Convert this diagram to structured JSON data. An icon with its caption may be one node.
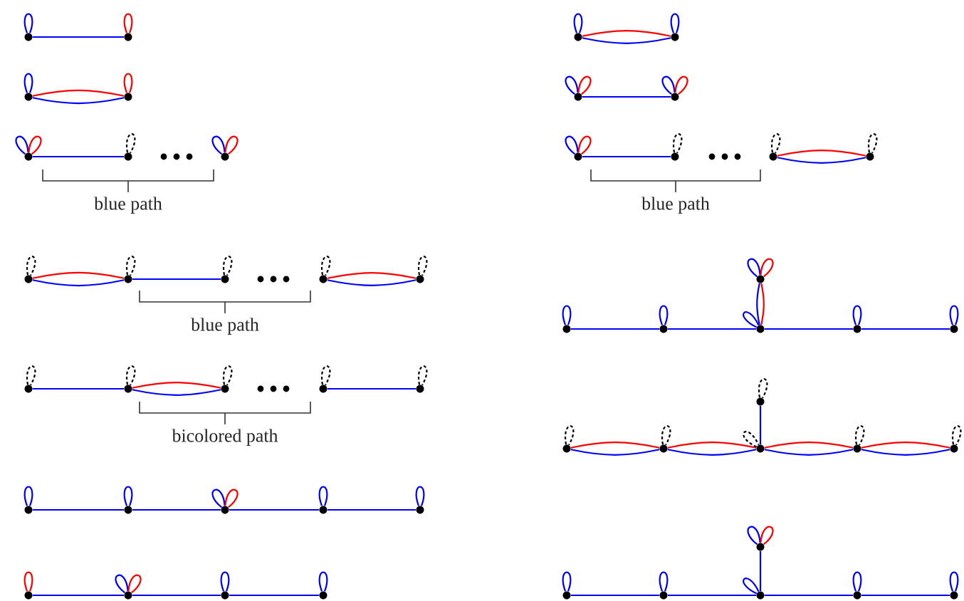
{
  "diagram": {
    "nodes": [
      {
        "text": [],
        "shape": "circle"
      },
      {
        "text": [],
        "shape": "circle"
      },
      {
        "text": [],
        "shape": "circle"
      },
      {
        "text": [],
        "shape": "circle"
      },
      {
        "text": [],
        "shape": "circle"
      },
      {
        "text": [],
        "shape": "circle"
      },
      {
        "text": [],
        "shape": "circle"
      },
      {
        "text": [],
        "shape": "circle"
      },
      {
        "text": [],
        "shape": "circle"
      },
      {
        "text": [],
        "shape": "circle"
      },
      {
        "text": [],
        "shape": "circle"
      },
      {
        "text": [],
        "shape": "circle"
      },
      {
        "text": [],
        "shape": "circle"
      },
      {
        "text": [],
        "shape": "circle"
      },
      {
        "text": [],
        "shape": "circle"
      },
      {
        "text": [],
        "shape": "circle"
      },
      {
        "text": [],
        "shape": "circle"
      },
      {
        "text": [],
        "shape": "circle"
      },
      {
        "text": [],
        "shape": "circle"
      },
      {
        "text": [],
        "shape": "circle"
      },
      {
        "text": [],
        "shape": "circle"
      },
      {
        "text": [],
        "shape": "circle"
      },
      {
        "text": [],
        "shape": "circle"
      },
      {
        "text": [],
        "shape": "circle"
      },
      {
        "text": [],
        "shape": "circle"
      },
      {
        "text": [],
        "shape": "circle"
      },
      {
        "text": [],
        "shape": "circle"
      },
      {
        "text": [],
        "shape": "circle"
      },
      {
        "text": [],
        "shape": "circle"
      },
      {
        "text": [],
        "shape": "circle"
      },
      {
        "text": [],
        "shape": "circle"
      },
      {
        "text": [],
        "shape": "circle"
      },
      {
        "text": [],
        "shape": "circle"
      },
      {
        "text": [],
        "shape": "circle"
      },
      {
        "text": [],
        "shape": "circle"
      },
      {
        "text": [],
        "shape": "circle"
      },
      {
        "text": [],
        "shape": "circle"
      },
      {
        "text": [],
        "shape": "circle"
      },
      {
        "text": [],
        "shape": "circle"
      },
      {
        "text": [],
        "shape": "circle"
      },
      {
        "text": [],
        "shape": "circle"
      },
      {
        "text": [],
        "shape": "circle"
      },
      {
        "text": [],
        "shape": "circle"
      },
      {
        "text": [],
        "shape": "circle"
      },
      {
        "text": [],
        "shape": "circle"
      },
      {
        "text": [],
        "shape": "circle"
      },
      {
        "text": [],
        "shape": "circle"
      },
      {
        "text": [],
        "shape": "circle"
      },
      {
        "text": [],
        "shape": "circle"
      },
      {
        "text": [],
        "shape": "circle"
      },
      {
        "text": [],
        "shape": "circle"
      },
      {
        "text": [],
        "shape": "circle"
      }
    ],
    "edges": [
      {
        "from": 0,
        "to": 1,
        "arrow": "none"
      },
      {
        "from": 0,
        "to": 0,
        "arrow": "none"
      },
      {
        "from": 1,
        "to": 1,
        "arrow": "none",
        "color": "#ff0000"
      },
      {
        "from": 2,
        "to": 3,
        "arrow": "none",
        "color": "#ff0000"
      },
      {
        "from": 2,
        "to": 3,
        "arrow": "none"
      },
      {
        "from": 2,
        "to": 2,
        "arrow": "none"
      },
      {
        "from": 3,
        "to": 3,
        "arrow": "none",
        "color": "#ff0000"
      },
      {
        "from": 4,
        "to": 5,
        "arrow": "none"
      },
      {
        "from": 4,
        "to": 4,
        "arrow": "none"
      },
      {
        "from": 4,
        "to": 4,
        "arrow": "none",
        "color": "#ff0000"
      },
      {
        "from": 5,
        "to": 5,
        "arrow": "none",
        "style": "dashed",
        "color": "#000000"
      },
      {
        "from": 6,
        "to": 6,
        "arrow": "none"
      },
      {
        "from": 6,
        "to": 6,
        "arrow": "none",
        "color": "#ff0000"
      },
      {
        "from": 7,
        "to": 8,
        "arrow": "none",
        "color": "#ff0000"
      },
      {
        "from": 7,
        "to": 8,
        "arrow": "none"
      },
      {
        "from": 8,
        "to": 9,
        "arrow": "none"
      },
      {
        "from": 10,
        "to": 11,
        "arrow": "none",
        "color": "#ff0000"
      },
      {
        "from": 10,
        "to": 11,
        "arrow": "none"
      },
      {
        "from": 7,
        "to": 7,
        "arrow": "none",
        "style": "dashed",
        "color": "#000000"
      },
      {
        "from": 8,
        "to": 8,
        "arrow": "none",
        "style": "dashed",
        "color": "#000000"
      },
      {
        "from": 9,
        "to": 9,
        "arrow": "none",
        "style": "dashed",
        "color": "#000000"
      },
      {
        "from": 10,
        "to": 10,
        "arrow": "none",
        "style": "dashed",
        "color": "#000000"
      },
      {
        "from": 11,
        "to": 11,
        "arrow": "none",
        "style": "dashed",
        "color": "#000000"
      },
      {
        "from": 12,
        "to": 13,
        "arrow": "none"
      },
      {
        "from": 13,
        "to": 14,
        "arrow": "none",
        "color": "#ff0000"
      },
      {
        "from": 13,
        "to": 14,
        "arrow": "none"
      },
      {
        "from": 15,
        "to": 16,
        "arrow": "none"
      },
      {
        "from": 12,
        "to": 12,
        "arrow": "none",
        "style": "dashed",
        "color": "#000000"
      },
      {
        "from": 13,
        "to": 13,
        "arrow": "none",
        "style": "dashed",
        "color": "#000000"
      },
      {
        "from": 14,
        "to": 14,
        "arrow": "none",
        "style": "dashed",
        "color": "#000000"
      },
      {
        "from": 15,
        "to": 15,
        "arrow": "none",
        "style": "dashed",
        "color": "#000000"
      },
      {
        "from": 16,
        "to": 16,
        "arrow": "none",
        "style": "dashed",
        "color": "#000000"
      },
      {
        "from": 17,
        "to": 18,
        "arrow": "none"
      },
      {
        "from": 18,
        "to": 19,
        "arrow": "none"
      },
      {
        "from": 19,
        "to": 20,
        "arrow": "none"
      },
      {
        "from": 20,
        "to": 21,
        "arrow": "none"
      },
      {
        "from": 17,
        "to": 17,
        "arrow": "none"
      },
      {
        "from": 18,
        "to": 18,
        "arrow": "none"
      },
      {
        "from": 19,
        "to": 19,
        "arrow": "none"
      },
      {
        "from": 19,
        "to": 19,
        "arrow": "none",
        "color": "#ff0000"
      },
      {
        "from": 20,
        "to": 20,
        "arrow": "none"
      },
      {
        "from": 21,
        "to": 21,
        "arrow": "none"
      },
      {
        "from": 22,
        "to": 23,
        "arrow": "none"
      },
      {
        "from": 23,
        "to": 24,
        "arrow": "none"
      },
      {
        "from": 24,
        "to": 25,
        "arrow": "none"
      },
      {
        "from": 22,
        "to": 22,
        "arrow": "none",
        "color": "#ff0000"
      },
      {
        "from": 23,
        "to": 23,
        "arrow": "none"
      },
      {
        "from": 23,
        "to": 23,
        "arrow": "none",
        "color": "#ff0000"
      },
      {
        "from": 24,
        "to": 24,
        "arrow": "none"
      },
      {
        "from": 25,
        "to": 25,
        "arrow": "none"
      },
      {
        "from": 26,
        "to": 27,
        "arrow": "none",
        "color": "#ff0000"
      },
      {
        "from": 26,
        "to": 27,
        "arrow": "none"
      },
      {
        "from": 26,
        "to": 26,
        "arrow": "none"
      },
      {
        "from": 27,
        "to": 27,
        "arrow": "none"
      },
      {
        "from": 28,
        "to": 29,
        "arrow": "none"
      },
      {
        "from": 28,
        "to": 28,
        "arrow": "none"
      },
      {
        "from": 28,
        "to": 28,
        "arrow": "none",
        "color": "#ff0000"
      },
      {
        "from": 29,
        "to": 29,
        "arrow": "none"
      },
      {
        "from": 29,
        "to": 29,
        "arrow": "none",
        "color": "#ff0000"
      },
      {
        "from": 30,
        "to": 31,
        "arrow": "none"
      },
      {
        "from": 32,
        "to": 33,
        "arrow": "none",
        "color": "#ff0000"
      },
      {
        "from": 32,
        "to": 33,
        "arrow": "none"
      },
      {
        "from": 30,
        "to": 30,
        "arrow": "none"
      },
      {
        "from": 30,
        "to": 30,
        "arrow": "none",
        "color": "#ff0000"
      },
      {
        "from": 31,
        "to": 31,
        "arrow": "none",
        "style": "dashed",
        "color": "#000000"
      },
      {
        "from": 32,
        "to": 32,
        "arrow": "none",
        "style": "dashed",
        "color": "#000000"
      },
      {
        "from": 33,
        "to": 33,
        "arrow": "none",
        "style": "dashed",
        "color": "#000000"
      },
      {
        "from": 35,
        "to": 36,
        "arrow": "none"
      },
      {
        "from": 36,
        "to": 37,
        "arrow": "none"
      },
      {
        "from": 37,
        "to": 38,
        "arrow": "none"
      },
      {
        "from": 38,
        "to": 39,
        "arrow": "none"
      },
      {
        "from": 37,
        "to": 34,
        "arrow": "none",
        "color": "#ff0000"
      },
      {
        "from": 37,
        "to": 34,
        "arrow": "none"
      },
      {
        "from": 34,
        "to": 34,
        "arrow": "none"
      },
      {
        "from": 34,
        "to": 34,
        "arrow": "none",
        "color": "#ff0000"
      },
      {
        "from": 35,
        "to": 35,
        "arrow": "none"
      },
      {
        "from": 36,
        "to": 36,
        "arrow": "none"
      },
      {
        "from": 37,
        "to": 37,
        "arrow": "none"
      },
      {
        "from": 38,
        "to": 38,
        "arrow": "none"
      },
      {
        "from": 39,
        "to": 39,
        "arrow": "none"
      },
      {
        "from": 41,
        "to": 42,
        "arrow": "none",
        "color": "#ff0000"
      },
      {
        "from": 41,
        "to": 42,
        "arrow": "none"
      },
      {
        "from": 42,
        "to": 43,
        "arrow": "none",
        "color": "#ff0000"
      },
      {
        "from": 42,
        "to": 43,
        "arrow": "none"
      },
      {
        "from": 43,
        "to": 44,
        "arrow": "none",
        "color": "#ff0000"
      },
      {
        "from": 43,
        "to": 44,
        "arrow": "none"
      },
      {
        "from": 44,
        "to": 45,
        "arrow": "none",
        "color": "#ff0000"
      },
      {
        "from": 44,
        "to": 45,
        "arrow": "none"
      },
      {
        "from": 43,
        "to": 40,
        "arrow": "none"
      },
      {
        "from": 40,
        "to": 40,
        "arrow": "none",
        "style": "dashed",
        "color": "#000000"
      },
      {
        "from": 41,
        "to": 41,
        "arrow": "none",
        "style": "dashed",
        "color": "#000000"
      },
      {
        "from": 42,
        "to": 42,
        "arrow": "none",
        "style": "dashed",
        "color": "#000000"
      },
      {
        "from": 43,
        "to": 43,
        "arrow": "none",
        "style": "dashed",
        "color": "#000000"
      },
      {
        "from": 44,
        "to": 44,
        "arrow": "none",
        "style": "dashed",
        "color": "#000000"
      },
      {
        "from": 45,
        "to": 45,
        "arrow": "none",
        "style": "dashed",
        "color": "#000000"
      },
      {
        "from": 47,
        "to": 48,
        "arrow": "none"
      },
      {
        "from": 48,
        "to": 49,
        "arrow": "none"
      },
      {
        "from": 49,
        "to": 50,
        "arrow": "none"
      },
      {
        "from": 50,
        "to": 51,
        "arrow": "none"
      },
      {
        "from": 49,
        "to": 46,
        "arrow": "none"
      },
      {
        "from": 46,
        "to": 46,
        "arrow": "none"
      },
      {
        "from": 46,
        "to": 46,
        "arrow": "none",
        "color": "#ff0000"
      },
      {
        "from": 47,
        "to": 47,
        "arrow": "none"
      },
      {
        "from": 48,
        "to": 48,
        "arrow": "none"
      },
      {
        "from": 49,
        "to": 49,
        "arrow": "none"
      },
      {
        "from": 50,
        "to": 50,
        "arrow": "none"
      },
      {
        "from": 51,
        "to": 51,
        "arrow": "none"
      }
    ],
    "labels": [
      "blue path",
      "blue path",
      "blue path",
      "bicolored path"
    ]
  }
}
